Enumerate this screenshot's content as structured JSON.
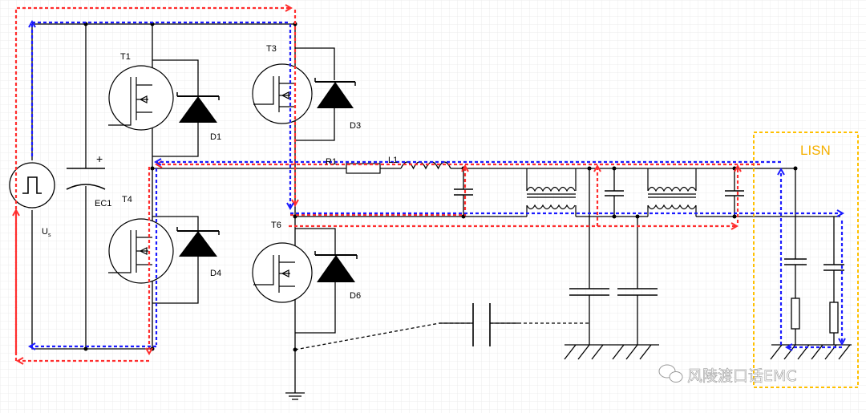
{
  "labels": {
    "t1": "T1",
    "t3": "T3",
    "t4": "T4",
    "t6": "T6",
    "d1": "D1",
    "d3": "D3",
    "d4": "D4",
    "d6": "D6",
    "ec1": "EC1",
    "plus": "+",
    "us": "U",
    "r1": "R1",
    "l1": "L1",
    "lisn": "LISN"
  },
  "watermark": "风陵渡口话EMC",
  "colors": {
    "red_path": "#ff2d2d",
    "blue_path": "#1a1aff",
    "lisn_box": "#ffc000",
    "wire": "#000000"
  }
}
